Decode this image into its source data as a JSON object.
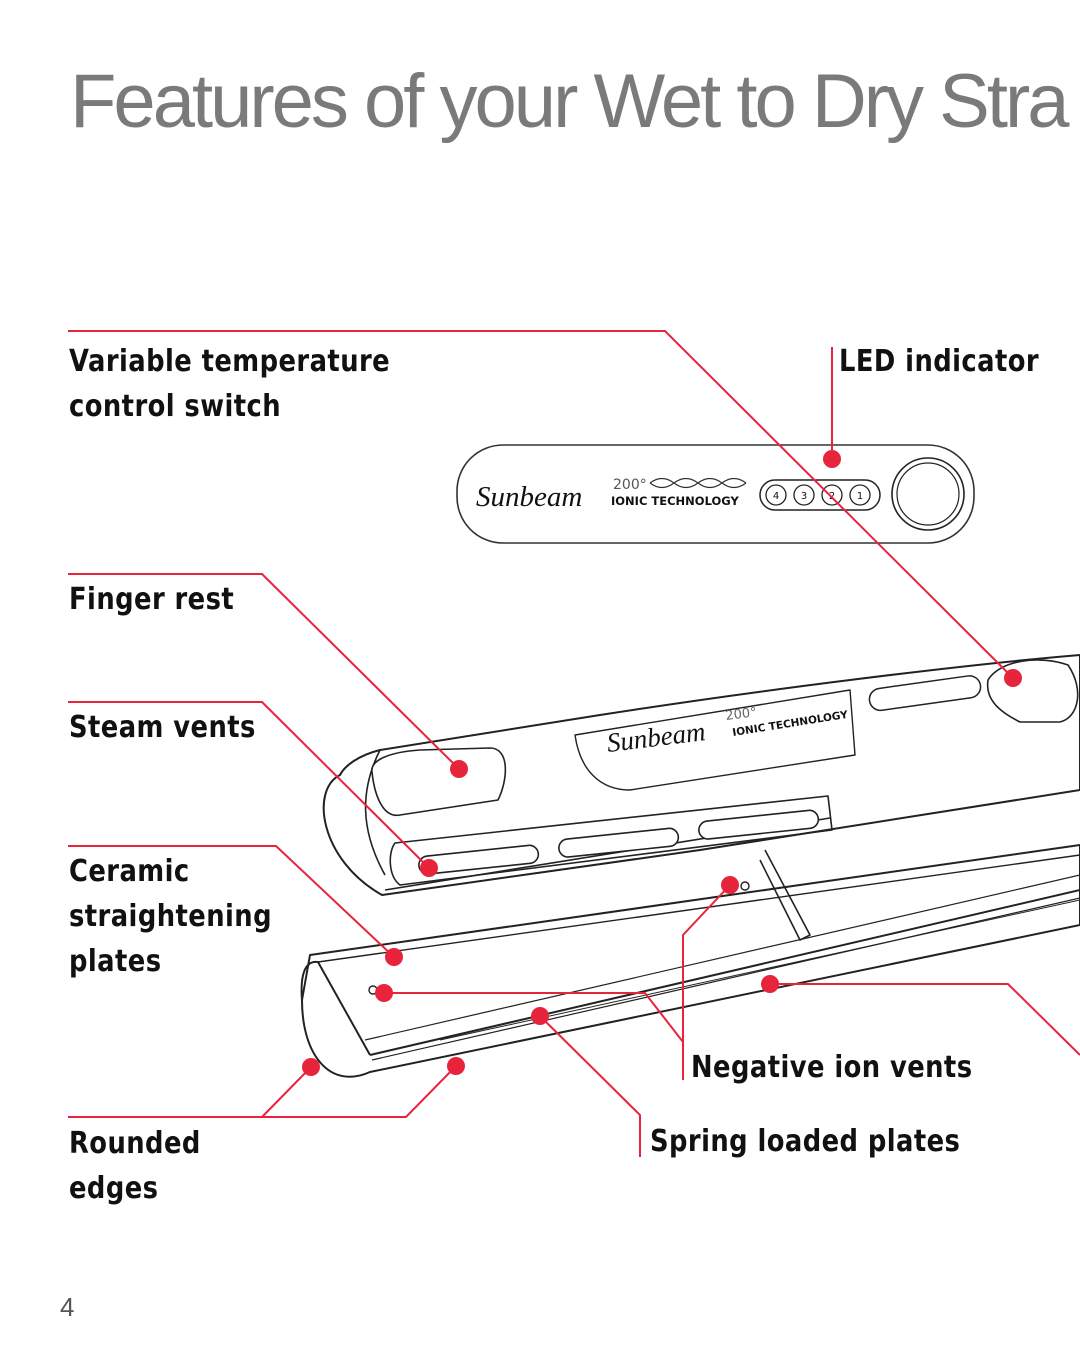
{
  "title": "Features of your Wet to Dry Stra",
  "callouts": {
    "variable_temp": [
      "Variable temperature",
      "control switch"
    ],
    "led_indicator": "LED indicator",
    "finger_rest": "Finger rest",
    "steam_vents": "Steam vents",
    "ceramic_plates": [
      "Ceramic",
      "straightening",
      "plates"
    ],
    "negative_ion_vents": "Negative ion vents",
    "rounded_edges": [
      "Rounded",
      "edges"
    ],
    "spring_loaded_plates": "Spring loaded plates"
  },
  "device": {
    "brand": "Sunbeam",
    "temp": "200°",
    "technology": "IONIC TECHNOLOGY",
    "settings": [
      "4",
      "3",
      "2",
      "1"
    ]
  },
  "page_number": "4",
  "colors": {
    "callout_line": "#e8243c",
    "title": "#7a7a7a"
  }
}
